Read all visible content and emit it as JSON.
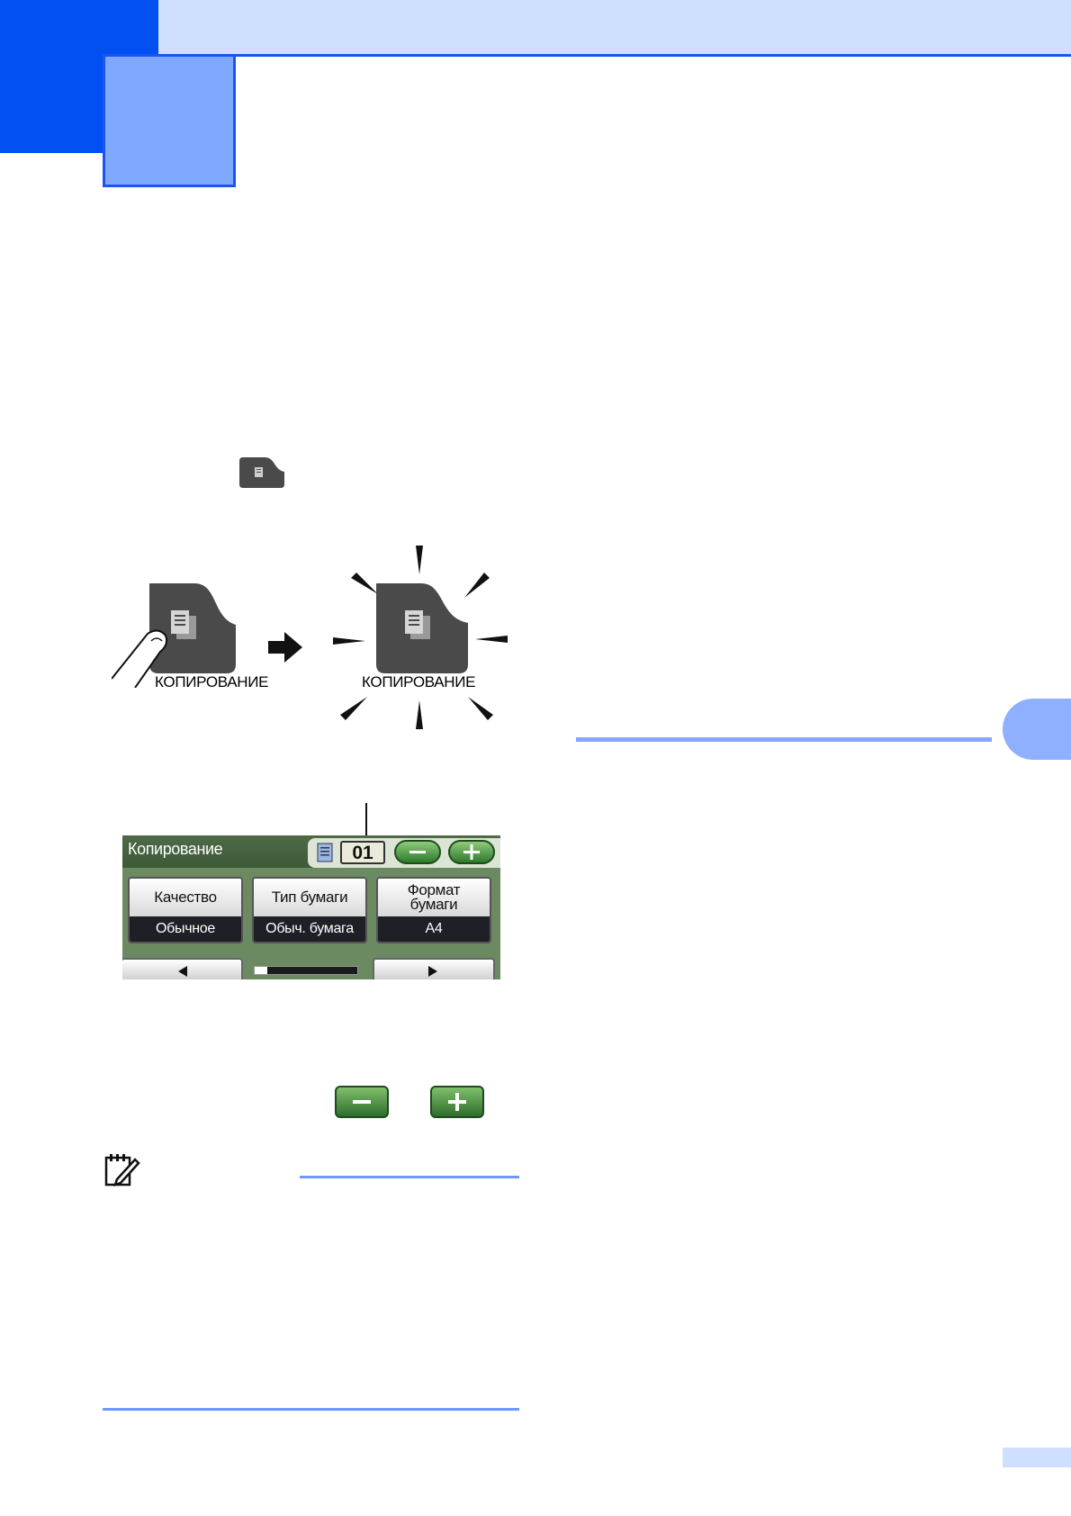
{
  "copy_key": {
    "label": "КОПИРОВАНИЕ"
  },
  "lcd": {
    "title": "Копирование",
    "copies": "01",
    "settings": [
      {
        "name": "Качество",
        "value": "Обычное"
      },
      {
        "name": "Тип бумаги",
        "value": "Обыч. бумага"
      },
      {
        "name": "Формат бумаги",
        "value": "А4"
      }
    ],
    "nav_left_icon": "left-arrow-icon",
    "nav_right_icon": "right-arrow-icon",
    "scroll_progress": 0.12
  },
  "icons": {
    "copy": "copy-icon",
    "finger": "finger-icon",
    "arrow": "arrow-right-icon",
    "note": "note-icon",
    "minus": "minus-icon",
    "plus": "plus-icon"
  },
  "colors": {
    "accent_blue": "#0350f2",
    "light_blue": "#cfe0ff",
    "key_gray": "#4a4a4a",
    "lcd_green": "#6b8a62",
    "button_green": "#2f7a2d"
  }
}
